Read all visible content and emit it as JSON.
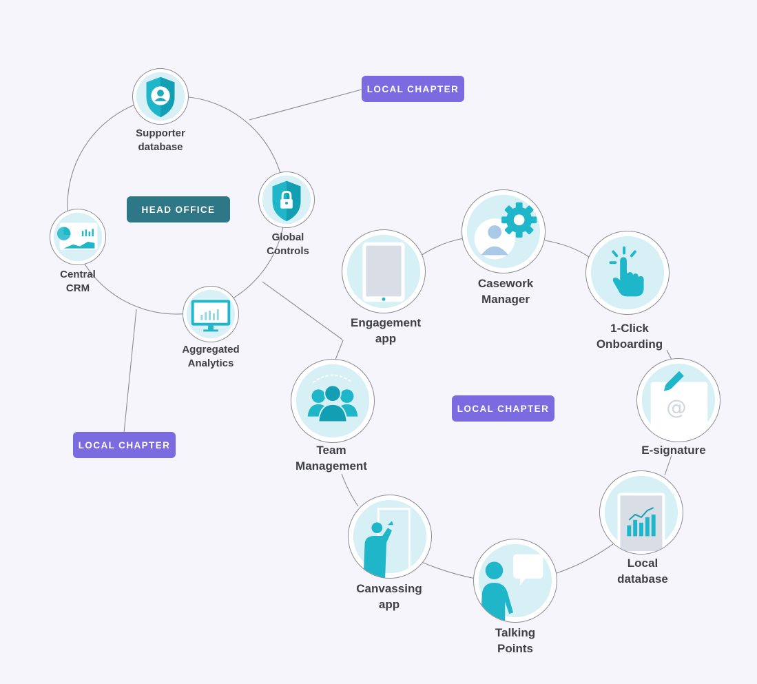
{
  "colors": {
    "local_chapter": "#7b6be0",
    "head_office": "#2d7787",
    "teal": "#1fb6c9",
    "line": "#8a8a90"
  },
  "tags": {
    "local_top": "LOCAL CHAPTER",
    "head_office": "HEAD OFFICE",
    "local_center": "LOCAL CHAPTER",
    "local_left": "LOCAL CHAPTER"
  },
  "head_office_nodes": {
    "supporter_database": {
      "label": [
        "Supporter",
        "database"
      ],
      "icon": "shield-user-icon"
    },
    "global_controls": {
      "label": [
        "Global",
        "Controls"
      ],
      "icon": "shield-lock-icon"
    },
    "central_crm": {
      "label": [
        "Central",
        "CRM"
      ],
      "icon": "dashboard-chart-icon"
    },
    "aggregated_analytics": {
      "label": [
        "Aggregated",
        "Analytics"
      ],
      "icon": "monitor-chart-icon"
    }
  },
  "local_nodes": {
    "engagement_app": {
      "label": [
        "Engagement",
        "app"
      ],
      "icon": "tablet-icon"
    },
    "casework_manager": {
      "label": [
        "Casework",
        "Manager"
      ],
      "icon": "user-gear-icon"
    },
    "one_click_onboarding": {
      "label": [
        "1-Click",
        "Onboarding"
      ],
      "icon": "tap-hand-icon"
    },
    "e_signature": {
      "label": [
        "E-signature"
      ],
      "icon": "pencil-at-icon"
    },
    "local_database": {
      "label": [
        "Local",
        "database"
      ],
      "icon": "bar-chart-icon"
    },
    "talking_points": {
      "label": [
        "Talking",
        "Points"
      ],
      "icon": "speech-person-icon"
    },
    "canvassing_app": {
      "label": [
        "Canvassing",
        "app"
      ],
      "icon": "presenter-icon"
    },
    "team_management": {
      "label": [
        "Team",
        "Management"
      ],
      "icon": "team-icon"
    }
  }
}
